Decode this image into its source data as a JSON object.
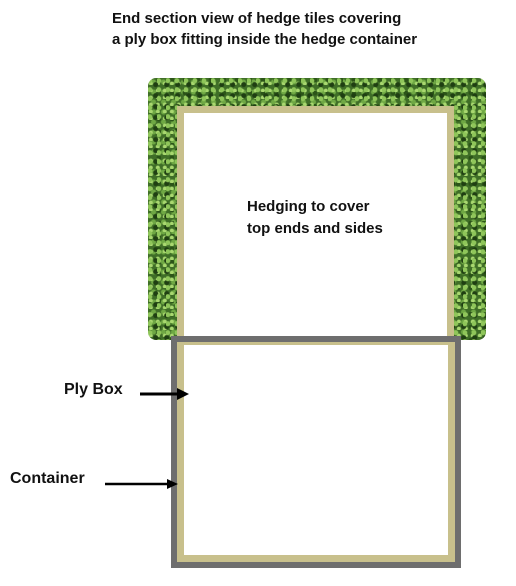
{
  "title": {
    "line1": "End section view of hedge tiles covering",
    "line2": "a ply box fitting inside the hedge container"
  },
  "hedge_label": {
    "line1": "Hedging to cover",
    "line2": "top ends and sides"
  },
  "labels": {
    "ply_box": "Ply Box",
    "container": "Container"
  },
  "colors": {
    "hedge": "#3f6e27",
    "ply_box": "#c8c08c",
    "container": "#6e6e6e"
  }
}
